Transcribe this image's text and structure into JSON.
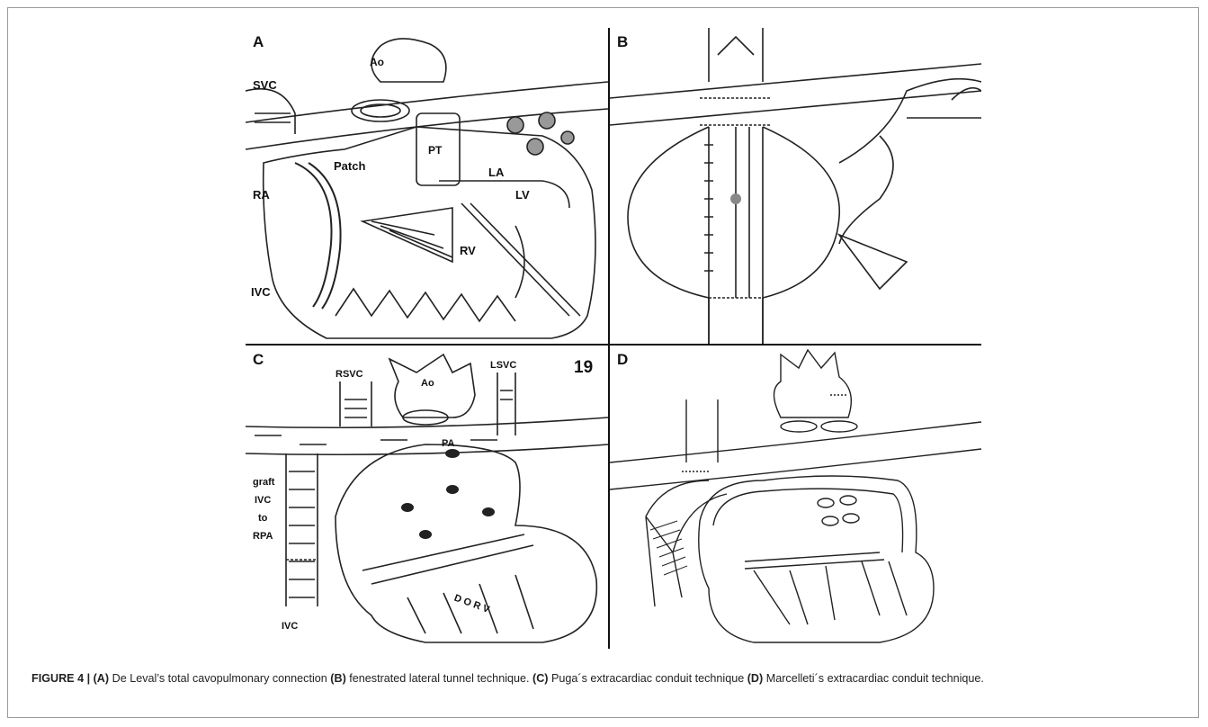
{
  "figure": {
    "panels": [
      {
        "letter": "A",
        "labels": {
          "svc": "SVC",
          "ao": "Ao",
          "pt": "PT",
          "la": "LA",
          "patch": "Patch",
          "ra": "RA",
          "lv": "LV",
          "rv": "RV",
          "ivc": "IVC"
        }
      },
      {
        "letter": "B"
      },
      {
        "letter": "C",
        "page_number": "19",
        "labels": {
          "rsvc": "RSVC",
          "ao": "Ao",
          "lsvc": "LSVC",
          "pa": "PA",
          "graft1": "graft",
          "graft2": "IVC",
          "graft3": "to",
          "graft4": "RPA",
          "ivc": "IVC",
          "dorv": "D O R V"
        }
      },
      {
        "letter": "D"
      }
    ]
  },
  "caption": {
    "figure_label": "FIGURE 4 |",
    "parts": [
      {
        "tag": "(A)",
        "text": " De Leval’s total cavopulmonary connection "
      },
      {
        "tag": "(B)",
        "text": " fenestrated lateral tunnel technique. "
      },
      {
        "tag": "(C)",
        "text": " Puga´s extracardiac conduit technique "
      },
      {
        "tag": "(D)",
        "text": " Marcelleti´s extracardiac conduit technique."
      }
    ]
  }
}
